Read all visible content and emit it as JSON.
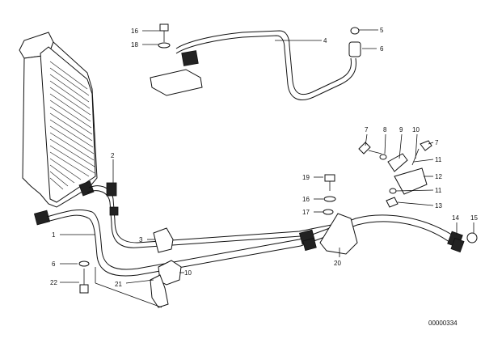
{
  "diagram": {
    "drawing_code": "00000334",
    "callouts": [
      {
        "id": "c1",
        "text": "1"
      },
      {
        "id": "c2",
        "text": "2"
      },
      {
        "id": "c3",
        "text": "3"
      },
      {
        "id": "c4",
        "text": "4"
      },
      {
        "id": "c5",
        "text": "5"
      },
      {
        "id": "c6",
        "text": "6"
      },
      {
        "id": "c7a",
        "text": "7"
      },
      {
        "id": "c7b",
        "text": "7"
      },
      {
        "id": "c8",
        "text": "8"
      },
      {
        "id": "c9",
        "text": "9"
      },
      {
        "id": "c10a",
        "text": "10"
      },
      {
        "id": "c10b",
        "text": "10"
      },
      {
        "id": "c11a",
        "text": "11"
      },
      {
        "id": "c11b",
        "text": "11"
      },
      {
        "id": "c12",
        "text": "12"
      },
      {
        "id": "c13",
        "text": "13"
      },
      {
        "id": "c14",
        "text": "14"
      },
      {
        "id": "c15",
        "text": "15"
      },
      {
        "id": "c16a",
        "text": "16"
      },
      {
        "id": "c16b",
        "text": "16"
      },
      {
        "id": "c17",
        "text": "17"
      },
      {
        "id": "c18",
        "text": "18"
      },
      {
        "id": "c19",
        "text": "19"
      },
      {
        "id": "c20",
        "text": "20"
      },
      {
        "id": "c21",
        "text": "21"
      },
      {
        "id": "c22",
        "text": "22"
      },
      {
        "id": "c6b",
        "text": "6"
      }
    ]
  }
}
